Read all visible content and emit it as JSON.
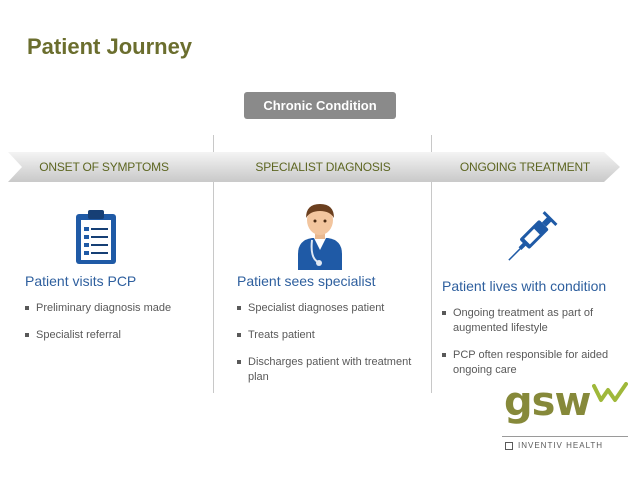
{
  "title": "Patient Journey",
  "badge": "Chronic Condition",
  "stages": [
    "ONSET OF SYMPTOMS",
    "SPECIALIST DIAGNOSIS",
    "ONGOING TREATMENT"
  ],
  "columns": [
    {
      "icon": "clipboard-icon",
      "title": "Patient visits PCP",
      "bullets": [
        "Preliminary diagnosis made",
        "Specialist referral"
      ]
    },
    {
      "icon": "doctor-icon",
      "title": "Patient sees specialist",
      "bullets": [
        "Specialist diagnoses patient",
        "Treats patient",
        "Discharges patient with treatment plan"
      ]
    },
    {
      "icon": "syringe-icon",
      "title": "Patient lives with condition",
      "bullets": [
        "Ongoing treatment as part of augmented lifestyle",
        "PCP often responsible for aided ongoing care"
      ]
    }
  ],
  "logo": {
    "word": "gsw",
    "subtitle": "INVENTIV HEALTH"
  },
  "colors": {
    "title": "#6b6e2e",
    "stage_text": "#5d6621",
    "column_title": "#2e5f9e",
    "icon_blue": "#1f5aa6",
    "badge_bg": "#8a8a8a",
    "logo_green": "#86893a"
  }
}
